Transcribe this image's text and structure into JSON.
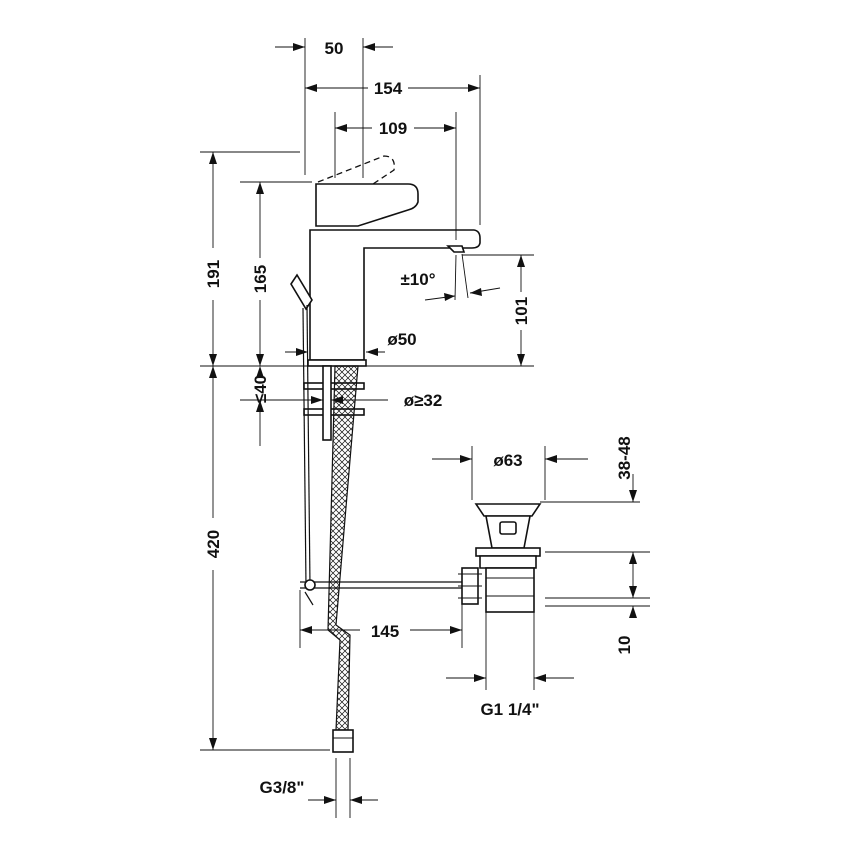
{
  "dimensions": {
    "d50": "50",
    "d154": "154",
    "d109": "109",
    "d191": "191",
    "d165": "165",
    "angle": "±10°",
    "d101": "101",
    "dia50": "ø50",
    "le40": "≤40",
    "dia32": "ø≥32",
    "dia63": "ø63",
    "d38_48": "38-48",
    "d145": "145",
    "d10": "10",
    "d420": "420",
    "g114": "G1 1/4\"",
    "g38": "G3/8\""
  },
  "colors": {
    "line": "#111111",
    "background": "#ffffff"
  }
}
